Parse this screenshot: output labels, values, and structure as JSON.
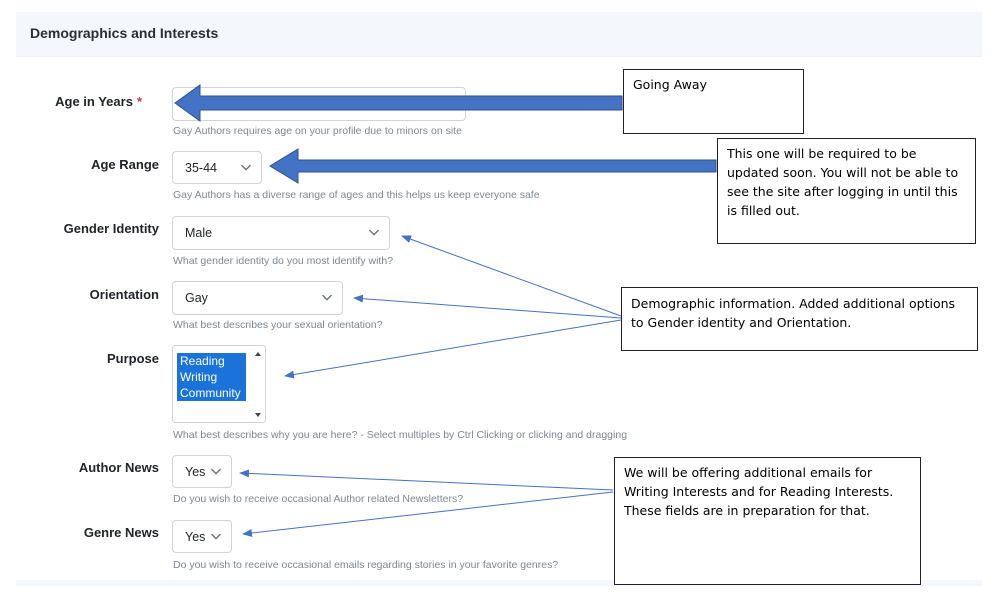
{
  "section": {
    "title": "Demographics and Interests"
  },
  "fields": {
    "age": {
      "label": "Age in Years",
      "required_mark": "*",
      "value": "",
      "help": "Gay Authors requires age on your profile due to minors on site"
    },
    "age_range": {
      "label": "Age Range",
      "value": "35-44",
      "help": "Gay Authors has a diverse range of ages and this helps us keep everyone safe"
    },
    "gender": {
      "label": "Gender Identity",
      "value": "Male",
      "help": "What gender identity do you most identify with?"
    },
    "orientation": {
      "label": "Orientation",
      "value": "Gay",
      "help": "What best describes your sexual orientation?"
    },
    "purpose": {
      "label": "Purpose",
      "options": [
        "Reading",
        "Writing",
        "Community"
      ],
      "help": "What best describes why you are here? - Select multiples by Ctrl Clicking or clicking and dragging"
    },
    "author_news": {
      "label": "Author News",
      "value": "Yes",
      "help": "Do you wish to receive occasional Author related Newsletters?"
    },
    "genre_news": {
      "label": "Genre News",
      "value": "Yes",
      "help": "Do you wish to receive occasional emails regarding stories in your favorite genres?"
    }
  },
  "annotations": {
    "going_away": "Going Away",
    "required_soon": "This one will be required to be updated soon.  You will not be able to see the site after logging in until this is filled out.",
    "demographic": "Demographic information.  Added additional options to Gender identity and Orientation.",
    "emails": "We will be offering additional emails for Writing Interests and for Reading Interests. These fields are in preparation for that."
  },
  "colors": {
    "arrow_fill": "#4472c4",
    "arrow_stroke": "#2f528f",
    "selected_option": "#1a73d9",
    "required": "#d9342b"
  },
  "icons": [
    "chevron-down-icon",
    "scroll-up-icon",
    "scroll-down-icon"
  ]
}
